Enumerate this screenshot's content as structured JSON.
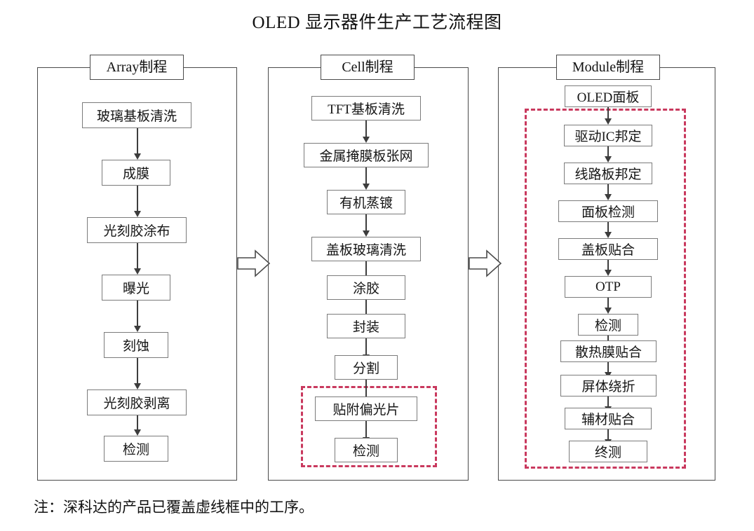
{
  "title": "OLED 显示器件生产工艺流程图",
  "footnote": "注：深科达的产品已覆盖虚线框中的工序。",
  "colors": {
    "dashed_highlight": "#c9395e",
    "panel_border": "#4a4a4a",
    "node_border": "#7b7b7b",
    "arrow": "#3d3d3d",
    "text": "#161616",
    "background": "#ffffff"
  },
  "panels": [
    {
      "id": "array",
      "header": "Array制程",
      "steps": [
        "玻璃基板清洗",
        "成膜",
        "光刻胶涂布",
        "曝光",
        "刻蚀",
        "光刻胶剥离",
        "检测"
      ],
      "highlight": null
    },
    {
      "id": "cell",
      "header": "Cell制程",
      "steps": [
        "TFT基板清洗",
        "金属掩膜板张网",
        "有机蒸镀",
        "盖板玻璃清洗",
        "涂胶",
        "封装",
        "分割",
        "贴附偏光片",
        "检测"
      ],
      "highlight": {
        "from_step": "贴附偏光片",
        "to_step": "检测"
      }
    },
    {
      "id": "module",
      "header": "Module制程",
      "steps": [
        "OLED面板",
        "驱动IC邦定",
        "线路板邦定",
        "面板检测",
        "盖板贴合",
        "OTP",
        "检测",
        "散热膜贴合",
        "屏体绕折",
        "辅材贴合",
        "终测"
      ],
      "highlight": {
        "from_step": "驱动IC邦定",
        "to_step": "终测"
      }
    }
  ],
  "stage_arrows": [
    {
      "from": "array",
      "to": "cell",
      "shape": "block-arrow-right"
    },
    {
      "from": "cell",
      "to": "module",
      "shape": "block-arrow-right"
    }
  ]
}
